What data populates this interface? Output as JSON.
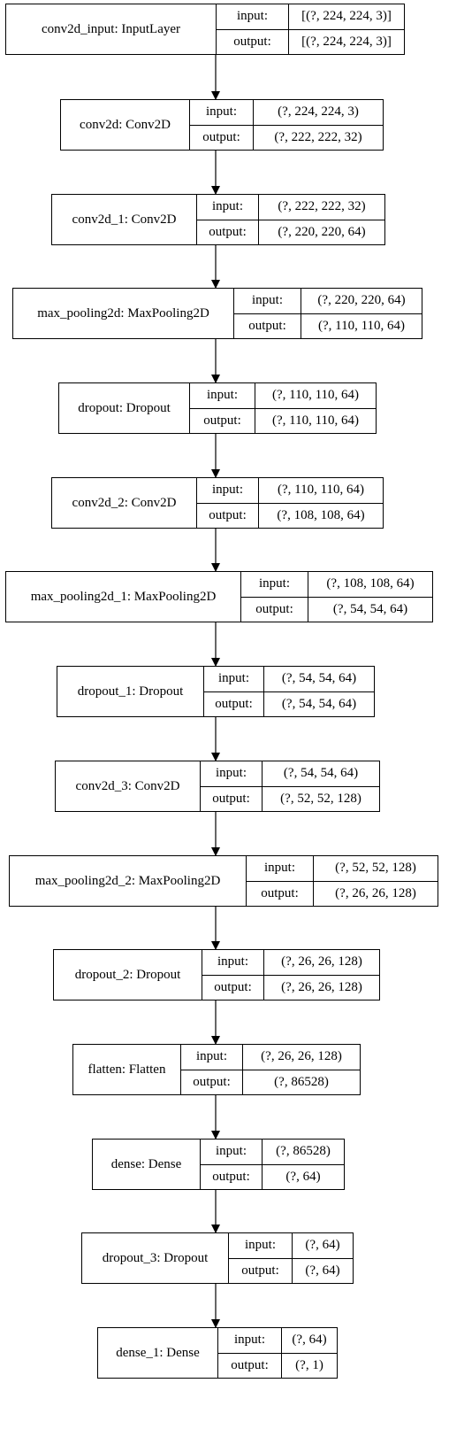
{
  "labels": {
    "input": "input:",
    "output": "output:"
  },
  "layers": [
    {
      "name": "conv2d_input: InputLayer",
      "input": "[(?, 224, 224, 3)]",
      "output": "[(?, 224, 224, 3)]"
    },
    {
      "name": "conv2d: Conv2D",
      "input": "(?, 224, 224, 3)",
      "output": "(?, 222, 222, 32)"
    },
    {
      "name": "conv2d_1: Conv2D",
      "input": "(?, 222, 222, 32)",
      "output": "(?, 220, 220, 64)"
    },
    {
      "name": "max_pooling2d: MaxPooling2D",
      "input": "(?, 220, 220, 64)",
      "output": "(?, 110, 110, 64)"
    },
    {
      "name": "dropout: Dropout",
      "input": "(?, 110, 110, 64)",
      "output": "(?, 110, 110, 64)"
    },
    {
      "name": "conv2d_2: Conv2D",
      "input": "(?, 110, 110, 64)",
      "output": "(?, 108, 108, 64)"
    },
    {
      "name": "max_pooling2d_1: MaxPooling2D",
      "input": "(?, 108, 108, 64)",
      "output": "(?, 54, 54, 64)"
    },
    {
      "name": "dropout_1: Dropout",
      "input": "(?, 54, 54, 64)",
      "output": "(?, 54, 54, 64)"
    },
    {
      "name": "conv2d_3: Conv2D",
      "input": "(?, 54, 54, 64)",
      "output": "(?, 52, 52, 128)"
    },
    {
      "name": "max_pooling2d_2: MaxPooling2D",
      "input": "(?, 52, 52, 128)",
      "output": "(?, 26, 26, 128)"
    },
    {
      "name": "dropout_2: Dropout",
      "input": "(?, 26, 26, 128)",
      "output": "(?, 26, 26, 128)"
    },
    {
      "name": "flatten: Flatten",
      "input": "(?, 26, 26, 128)",
      "output": "(?, 86528)"
    },
    {
      "name": "dense: Dense",
      "input": "(?, 86528)",
      "output": "(?, 64)"
    },
    {
      "name": "dropout_3: Dropout",
      "input": "(?, 64)",
      "output": "(?, 64)"
    },
    {
      "name": "dense_1: Dense",
      "input": "(?, 64)",
      "output": "(?, 1)"
    }
  ]
}
